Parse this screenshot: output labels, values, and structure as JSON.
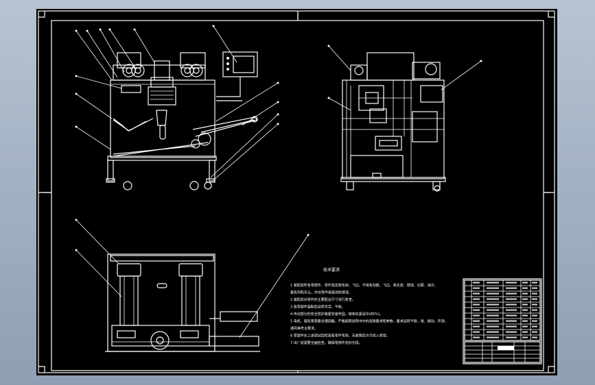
{
  "colors": {
    "background": "#a4b3c4",
    "sheet": "#000000",
    "lines": "#ffffff"
  },
  "drawing": {
    "notes_title": "技术要求",
    "notes": [
      "1 装配前所有零部件、零件需去除毛刺、飞边，不得有划痕、飞边、氧化皮、锈蚀、切屑、油污、",
      "  着色剂和灰尘，并在零件表面涂防锈漆。",
      "2 装配前对零件的主要配合尺寸进行复查。",
      "3 各零部件装配后运转灵活、平稳。",
      "4 传动部分的安全防护装置安装牢固，链条松紧适中(85%)。",
      "5 电机、链轮等需要合理调整，严格按照说明书中的润滑要求和参数，要求运转平稳，噪、振动、声测、",
      "  通风等符合要求。",
      "6 零部件在上述调试后检查各零件有效，无故障后方可投入使用。",
      "7 出厂前需要全面检查，确保零部件完好无损。"
    ]
  }
}
